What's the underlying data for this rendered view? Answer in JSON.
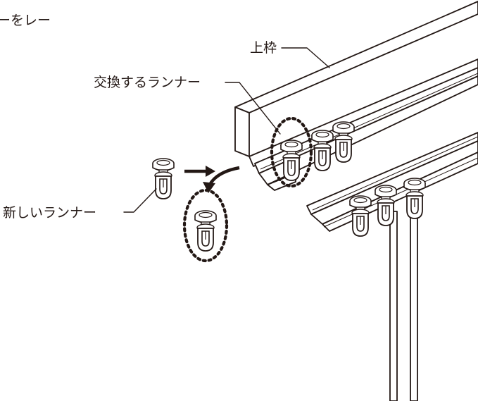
{
  "labels": {
    "top_fragment": "ーをレー",
    "upper_frame": "上枠",
    "runner_to_replace": "交換するランナー",
    "new_runner": "新しいランナー"
  },
  "icons": [
    "arrow-right-icon",
    "curved-arrow-down-icon"
  ],
  "colors": {
    "ink": "#231815",
    "background": "#ffffff"
  }
}
